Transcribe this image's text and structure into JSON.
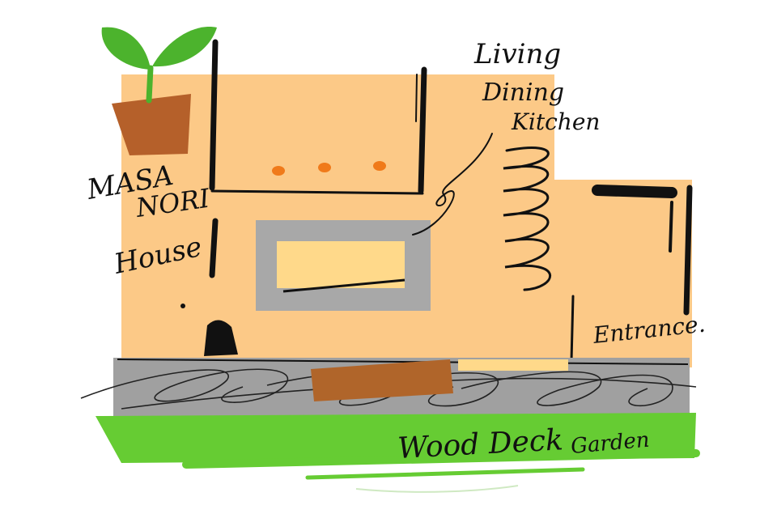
{
  "title": {
    "line1": "MASA",
    "line2": "NORI",
    "line3": "House"
  },
  "labels": {
    "living": "Living",
    "dining": "Dining",
    "kitchen": "Kitchen",
    "entrance": "Entrance.",
    "wood_deck": "Wood Deck",
    "garden": "Garden"
  },
  "colors": {
    "wall": "#fcc987",
    "window_frame": "#a8a8a8",
    "window_glass": "#ffd98a",
    "deck": "#a0a0a0",
    "bench": "#b0652a",
    "pot": "#b5602a",
    "sprout": "#4cb32d",
    "grass": "#66cc33",
    "lamp": "#f07a1a",
    "ink": "#111111"
  },
  "icons": {
    "plant": "sprout-in-pot-icon",
    "stairs": "spiral-stair-icon"
  }
}
